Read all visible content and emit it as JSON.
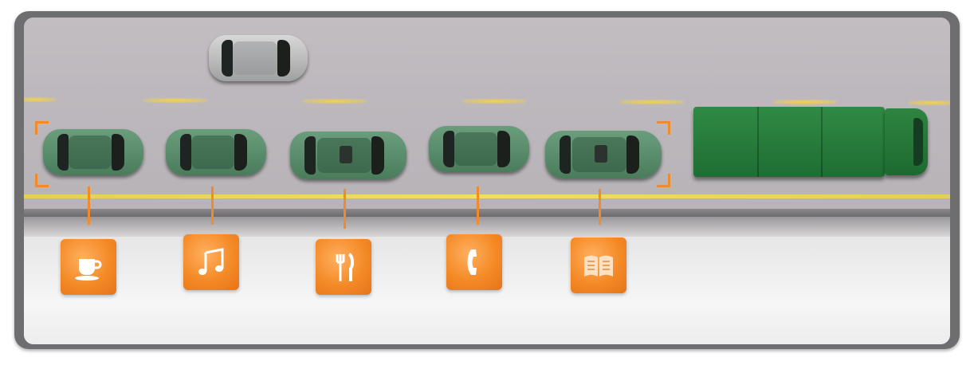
{
  "scene": {
    "cars": [
      {
        "name": "platoon-car-1",
        "color": "#5b8f6d"
      },
      {
        "name": "platoon-car-2",
        "color": "#5b8f6d"
      },
      {
        "name": "platoon-car-3",
        "color": "#5b8f6d"
      },
      {
        "name": "platoon-car-4",
        "color": "#5b8f6d"
      },
      {
        "name": "platoon-car-5",
        "color": "#5b8f6d"
      },
      {
        "name": "passing-car",
        "color": "#bdbdbe"
      }
    ],
    "truck": {
      "color": "#2a7d3d"
    },
    "accent_color": "#f08a2a",
    "lane_marking_color": "#f2d24a"
  },
  "services": [
    {
      "icon": "coffee-cup-icon"
    },
    {
      "icon": "music-note-icon"
    },
    {
      "icon": "fork-knife-icon"
    },
    {
      "icon": "phone-icon"
    },
    {
      "icon": "book-icon"
    }
  ]
}
